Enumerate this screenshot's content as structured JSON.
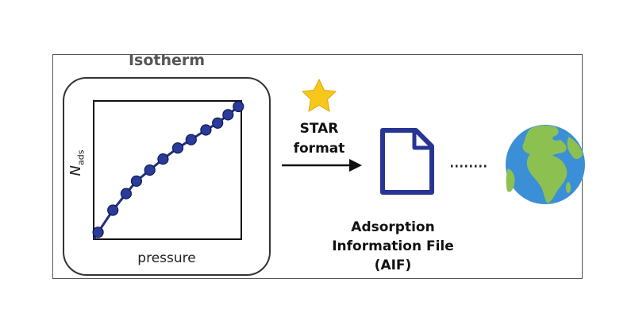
{
  "isotherm": {
    "title": "Isotherm",
    "xlabel": "pressure",
    "ylabel_main": "N",
    "ylabel_sub": "ads"
  },
  "conversion": {
    "line1": "STAR",
    "line2": "format"
  },
  "aif": {
    "line1": "Adsorption",
    "line2": "Information File",
    "line3": "(AIF)"
  },
  "colors": {
    "curve": "#1f2e80",
    "points": "#2b3b9a",
    "star": "#f7c71b",
    "file": "#283593",
    "ocean": "#3b8fd6",
    "land": "#8cc152"
  },
  "icons": [
    "star-icon",
    "file-icon",
    "globe-icon"
  ],
  "chart_data": {
    "type": "line",
    "x": [
      0.03,
      0.13,
      0.22,
      0.29,
      0.38,
      0.47,
      0.57,
      0.66,
      0.76,
      0.84,
      0.91,
      0.98
    ],
    "y": [
      0.05,
      0.21,
      0.33,
      0.42,
      0.5,
      0.58,
      0.66,
      0.72,
      0.79,
      0.84,
      0.9,
      0.96
    ],
    "xlabel": "pressure",
    "ylabel": "N ads",
    "xlim": [
      0,
      1
    ],
    "ylim": [
      0,
      1
    ],
    "grid": false
  }
}
